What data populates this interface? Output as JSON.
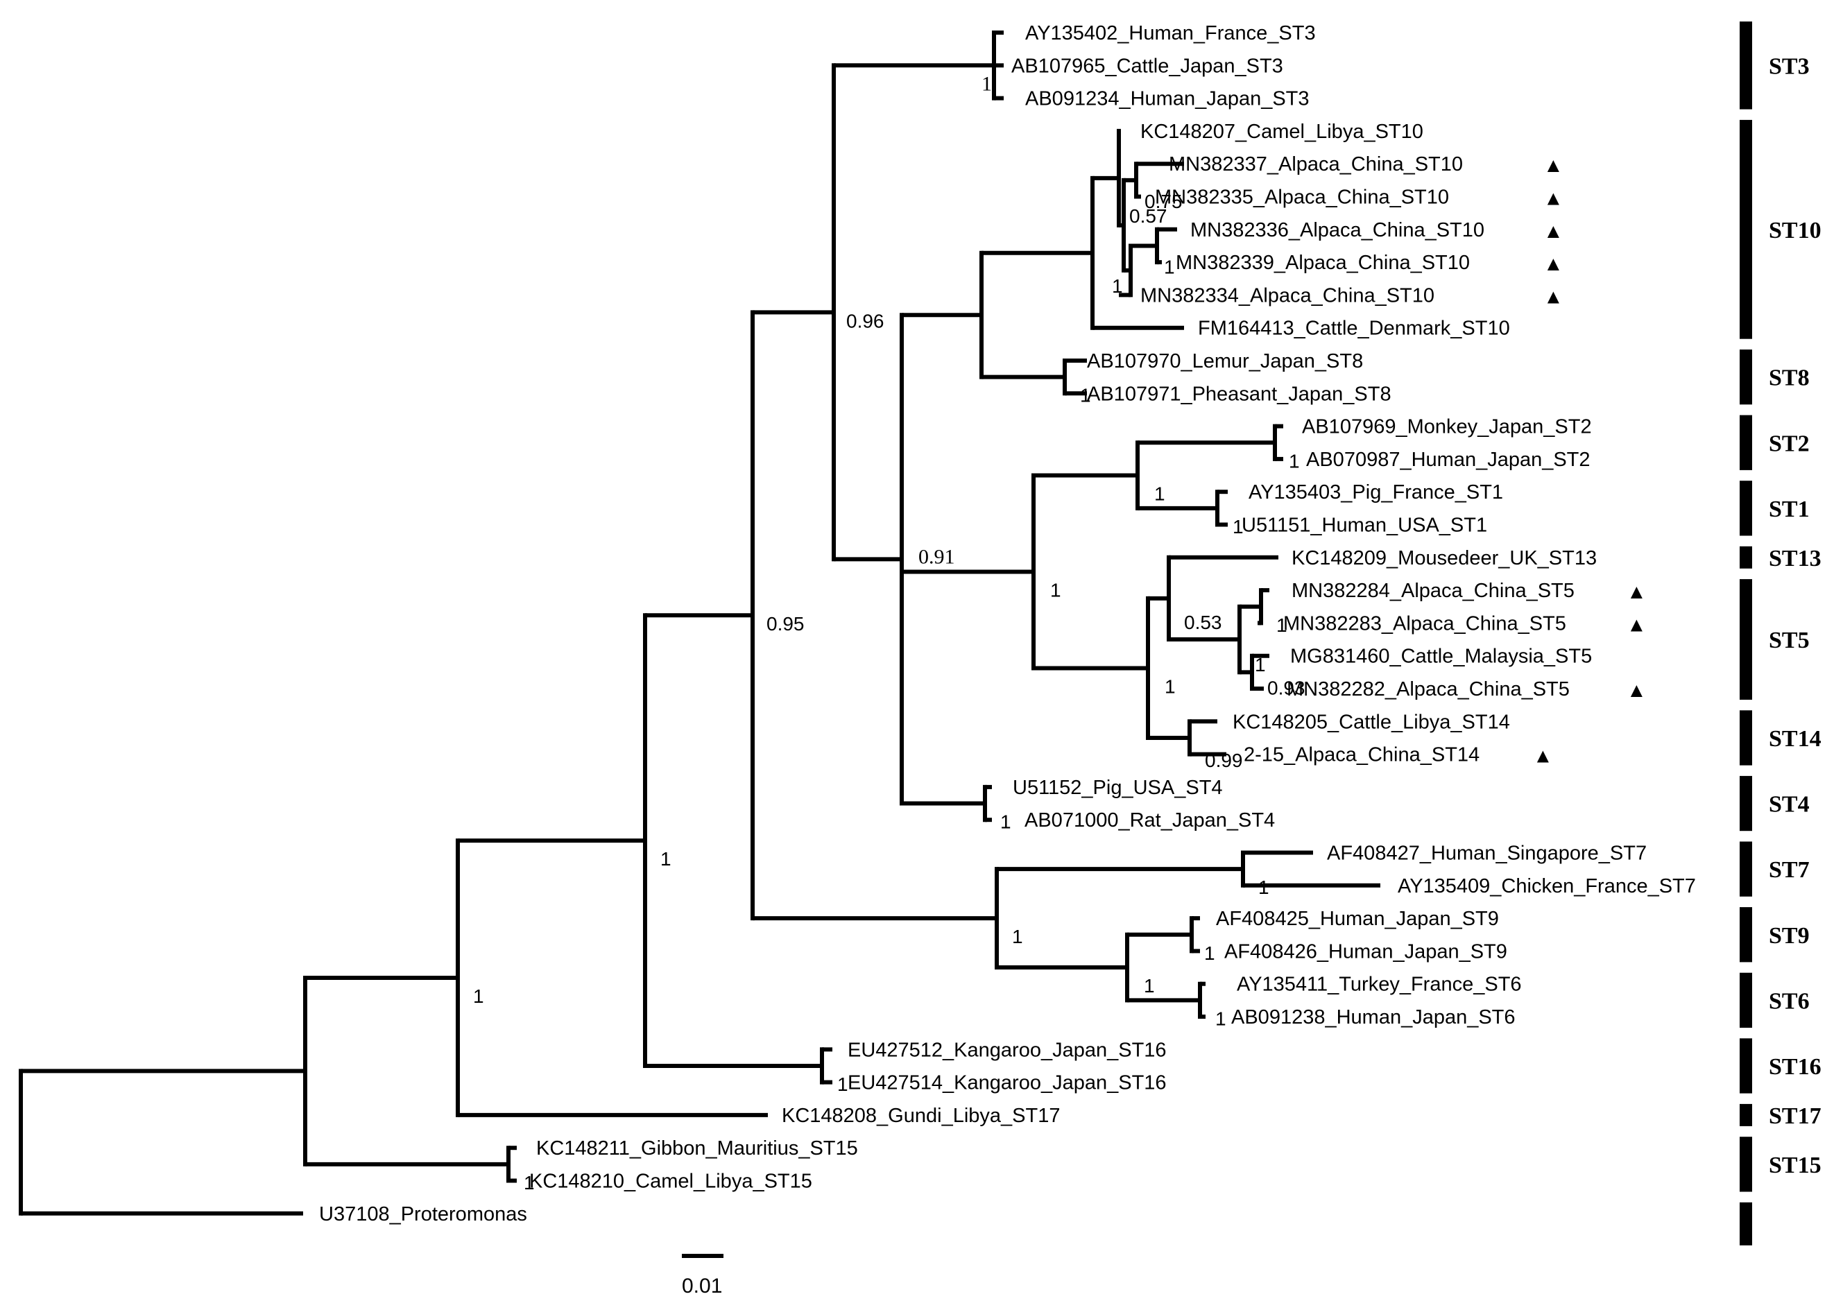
{
  "taxa": [
    {
      "id": "AY135402",
      "label": "AY135402_Human_France_ST3",
      "novel": false
    },
    {
      "id": "AB107965",
      "label": "AB107965_Cattle_Japan_ST3",
      "novel": false
    },
    {
      "id": "AB091234",
      "label": "AB091234_Human_Japan_ST3",
      "novel": false
    },
    {
      "id": "KC148207",
      "label": "KC148207_Camel_Libya_ST10",
      "novel": false
    },
    {
      "id": "MN382337",
      "label": "MN382337_Alpaca_China_ST10",
      "novel": true
    },
    {
      "id": "MN382335",
      "label": "MN382335_Alpaca_China_ST10",
      "novel": true
    },
    {
      "id": "MN382336",
      "label": "MN382336_Alpaca_China_ST10",
      "novel": true
    },
    {
      "id": "MN382339",
      "label": "MN382339_Alpaca_China_ST10",
      "novel": true
    },
    {
      "id": "MN382334",
      "label": "MN382334_Alpaca_China_ST10",
      "novel": true
    },
    {
      "id": "FM164413",
      "label": "FM164413_Cattle_Denmark_ST10",
      "novel": false
    },
    {
      "id": "AB107970",
      "label": "AB107970_Lemur_Japan_ST8",
      "novel": false
    },
    {
      "id": "AB107971",
      "label": "AB107971_Pheasant_Japan_ST8",
      "novel": false
    },
    {
      "id": "AB107969",
      "label": "AB107969_Monkey_Japan_ST2",
      "novel": false
    },
    {
      "id": "AB070987",
      "label": "AB070987_Human_Japan_ST2",
      "novel": false
    },
    {
      "id": "AY135403",
      "label": "AY135403_Pig_France_ST1",
      "novel": false
    },
    {
      "id": "U51151",
      "label": "U51151_Human_USA_ST1",
      "novel": false
    },
    {
      "id": "KC148209",
      "label": "KC148209_Mousedeer_UK_ST13",
      "novel": false
    },
    {
      "id": "MN382284",
      "label": "MN382284_Alpaca_China_ST5",
      "novel": true
    },
    {
      "id": "MN382283",
      "label": "MN382283_Alpaca_China_ST5",
      "novel": true
    },
    {
      "id": "MG831460",
      "label": "MG831460_Cattle_Malaysia_ST5",
      "novel": false
    },
    {
      "id": "MN382282",
      "label": "MN382282_Alpaca_China_ST5",
      "novel": true
    },
    {
      "id": "KC148205",
      "label": "KC148205_Cattle_Libya_ST14",
      "novel": false
    },
    {
      "id": "2-15",
      "label": "2-15_Alpaca_China_ST14",
      "novel": true
    },
    {
      "id": "U51152",
      "label": "U51152_Pig_USA_ST4",
      "novel": false
    },
    {
      "id": "AB071000",
      "label": "AB071000_Rat_Japan_ST4",
      "novel": false
    },
    {
      "id": "AF408427",
      "label": "AF408427_Human_Singapore_ST7",
      "novel": false
    },
    {
      "id": "AY135409",
      "label": "AY135409_Chicken_France_ST7",
      "novel": false
    },
    {
      "id": "AF408425",
      "label": "AF408425_Human_Japan_ST9",
      "novel": false
    },
    {
      "id": "AF408426",
      "label": "AF408426_Human_Japan_ST9",
      "novel": false
    },
    {
      "id": "AY135411",
      "label": "AY135411_Turkey_France_ST6",
      "novel": false
    },
    {
      "id": "AB091238",
      "label": "AB091238_Human_Japan_ST6",
      "novel": false
    },
    {
      "id": "EU427512",
      "label": "EU427512_Kangaroo_Japan_ST16",
      "novel": false
    },
    {
      "id": "EU427514",
      "label": "EU427514_Kangaroo_Japan_ST16",
      "novel": false
    },
    {
      "id": "KC148208",
      "label": "KC148208_Gundi_Libya_ST17",
      "novel": false
    },
    {
      "id": "KC148211",
      "label": "KC148211_Gibbon_Mauritius_ST15",
      "novel": false
    },
    {
      "id": "KC148210",
      "label": "KC148210_Camel_Libya_ST15",
      "novel": false
    },
    {
      "id": "U37108",
      "label": "U37108_Proteromonas",
      "novel": false
    }
  ],
  "support": [
    {
      "id": "st3",
      "value": "1"
    },
    {
      "id": "c1",
      "value": "0.75"
    },
    {
      "id": "c2",
      "value": "0.57"
    },
    {
      "id": "c3",
      "value": "1"
    },
    {
      "id": "c4",
      "value": "1"
    },
    {
      "id": "st10",
      "value": "0.95"
    },
    {
      "id": "st8",
      "value": "1"
    },
    {
      "id": "big",
      "value": "0.96"
    },
    {
      "id": "st2",
      "value": "1"
    },
    {
      "id": "st1",
      "value": "1"
    },
    {
      "id": "st21",
      "value": "1"
    },
    {
      "id": "c7",
      "value": "1"
    },
    {
      "id": "c6",
      "value": "1"
    },
    {
      "id": "c5",
      "value": "0.93"
    },
    {
      "id": "st5",
      "value": "0.53"
    },
    {
      "id": "st14",
      "value": "0.99"
    },
    {
      "id": "st5_13_14",
      "value": "1"
    },
    {
      "id": "cA",
      "value": "1"
    },
    {
      "id": "cB",
      "value": "0.91"
    },
    {
      "id": "st4",
      "value": "1"
    },
    {
      "id": "st7",
      "value": "1"
    },
    {
      "id": "st9",
      "value": "1"
    },
    {
      "id": "st6",
      "value": "1"
    },
    {
      "id": "st96",
      "value": "1"
    },
    {
      "id": "st796",
      "value": "1"
    },
    {
      "id": "cC",
      "value": "0.95"
    },
    {
      "id": "st16",
      "value": "1"
    },
    {
      "id": "cD",
      "value": "1"
    },
    {
      "id": "cE",
      "value": "1"
    },
    {
      "id": "st15",
      "value": "1"
    }
  ],
  "subtypes": [
    "ST3",
    "ST10",
    "ST8",
    "ST2",
    "ST1",
    "ST13",
    "ST5",
    "ST14",
    "ST4",
    "ST7",
    "ST9",
    "ST6",
    "ST16",
    "ST17",
    "ST15"
  ],
  "novel_marker": "▲",
  "scale_bar": {
    "label": "0.01"
  }
}
